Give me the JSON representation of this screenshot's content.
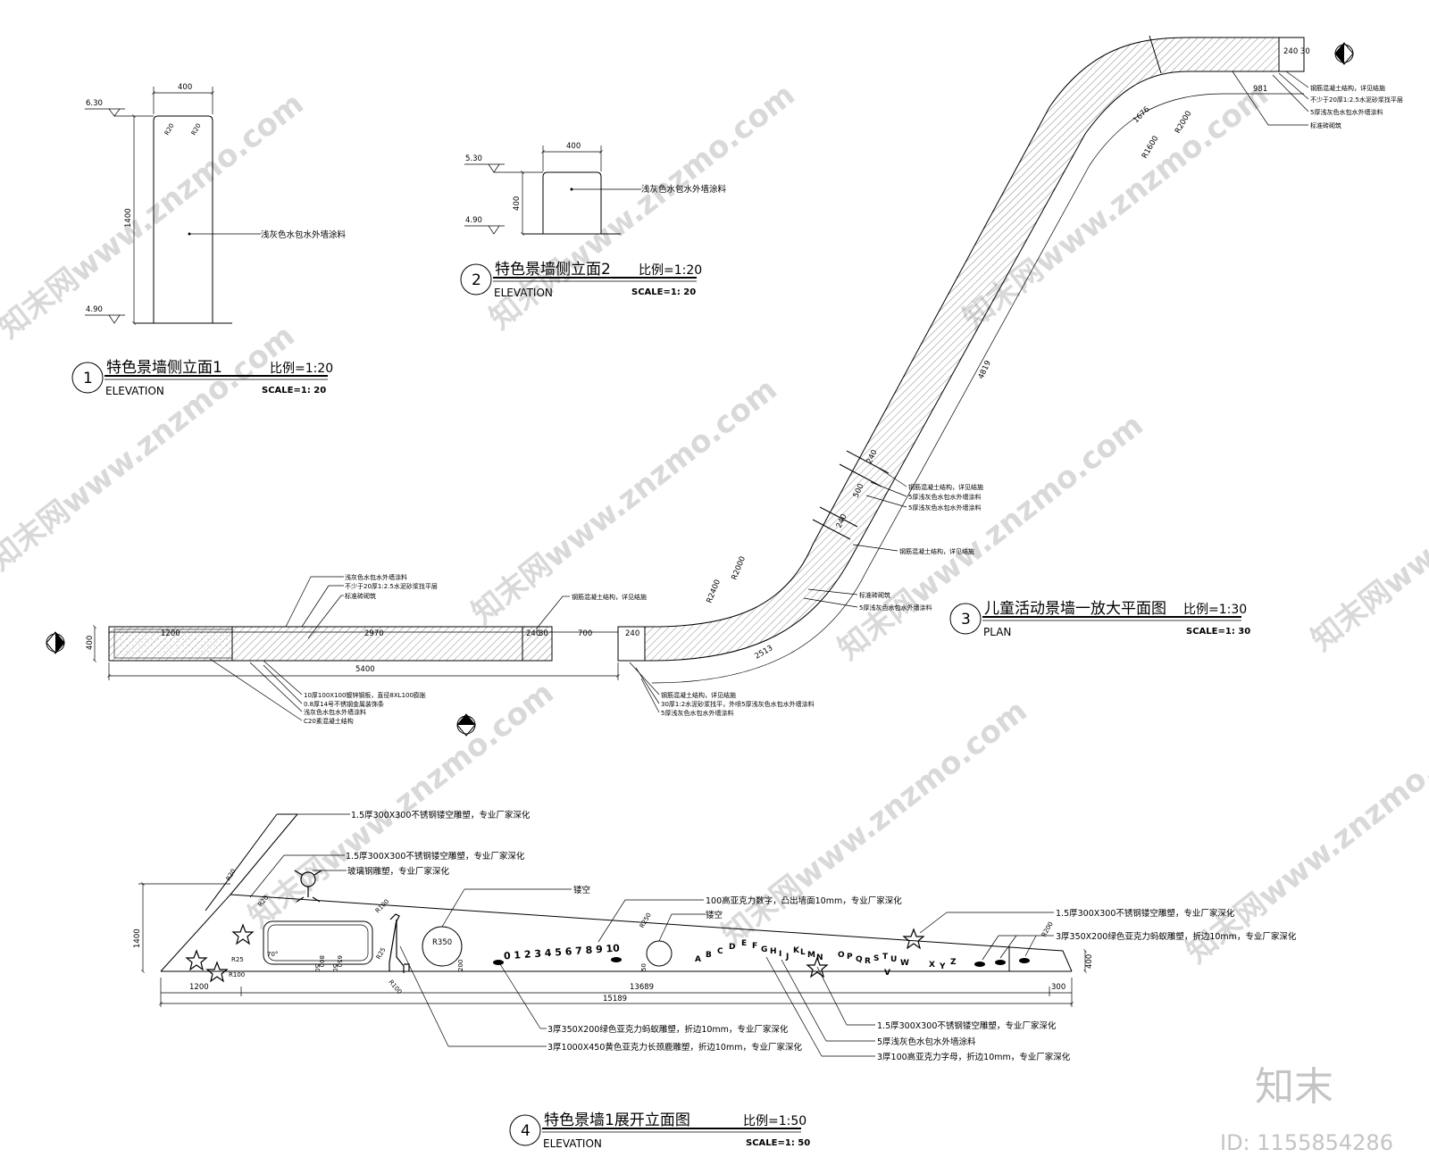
{
  "watermark": {
    "text": "知末网www.znzmo.com",
    "brand": "知末",
    "id": "ID: 1155854286"
  },
  "view1": {
    "number": "1",
    "title_zh": "特色景墙侧立面1",
    "scale_zh": "比例=1:20",
    "title_en": "ELEVATION",
    "scale_en": "SCALE=1: 20",
    "level_top": "6.30",
    "level_bottom": "4.90",
    "width": "400",
    "height": "1400",
    "r1": "R20",
    "r2": "R20",
    "note": "浅灰色水包水外墙涂料"
  },
  "view2": {
    "number": "2",
    "title_zh": "特色景墙侧立面2",
    "scale_zh": "比例=1:20",
    "title_en": "ELEVATION",
    "scale_en": "SCALE=1: 20",
    "level_top": "5.30",
    "level_bottom": "4.90",
    "width": "400",
    "height": "400",
    "note": "浅灰色水包水外墙涂料"
  },
  "view3": {
    "number": "3",
    "title_zh": "儿童活动景墙一放大平面图",
    "scale_zh": "比例=1:30",
    "title_en": "PLAN",
    "scale_en": "SCALE=1: 30",
    "dims": {
      "d1200": "1200",
      "d2970": "2970",
      "d240a": "240",
      "d30": "30",
      "d700": "700",
      "d240b": "240",
      "d5400": "5400",
      "d400": "400",
      "r2400": "R2400",
      "r2000a": "R2000",
      "d2513": "2513",
      "d240c": "240",
      "d240d": "240",
      "d500": "500",
      "d4819": "4819",
      "r2000b": "R2000",
      "r1600": "R1600",
      "d1676": "1676",
      "d981": "981",
      "d240e": "240 30"
    },
    "notes_left_top": [
      "浅灰色水包水外墙涂料",
      "不少于20厚1:2.5水泥砂浆找平层",
      "标准砖砌筑"
    ],
    "notes_left_bottom": [
      "10厚100X100镀锌钢板，直径8XL100膨胀",
      "0.8厚14号不锈钢金属装饰条",
      "浅灰色水包水外墙涂料",
      "C20素混凝土结构"
    ],
    "note_mid_top": "钢筋混凝土结构，详见结施",
    "notes_mid_bottom": [
      "钢筋混凝土结构，详见结施",
      "30厚1:2水泥砂浆找平，外喷5厚浅灰色水包水外墙涂料",
      "5厚浅灰色水包水外墙涂料"
    ],
    "notes_curve": [
      "标准砖砌筑",
      "5厚浅灰色水包水外墙涂料"
    ],
    "notes_diag": [
      "钢筋混凝土结构，详见结施",
      "5厚浅灰色水包水外墙涂料",
      "5厚浅灰色水包水外墙涂料"
    ],
    "note_diag2": "钢筋混凝土结构，详见结施",
    "notes_top_right": [
      "钢筋混凝土结构，详见结施",
      "不少于20厚1:2.5水泥砂浆找平层",
      "5厚浅灰色水包水外墙涂料",
      "标准砖砌筑"
    ]
  },
  "view4": {
    "number": "4",
    "title_zh": "特色景墙1展开立面图",
    "scale_zh": "比例=1:50",
    "title_en": "ELEVATION",
    "scale_en": "SCALE=1: 50",
    "dims": {
      "h1400": "1400",
      "d1200": "1200",
      "d13689": "13689",
      "d300": "300",
      "d15189": "15189",
      "h400": "400",
      "r20a": "R20",
      "r20b": "R20",
      "r100a": "R100",
      "r25a": "R25",
      "r100b": "R100",
      "r25b": "R25",
      "r100c": "R100",
      "angle": "70°",
      "h800": "800",
      "h650": "650",
      "h50a": "50",
      "h50b": "50",
      "r350": "R350",
      "r250": "R250",
      "h200": "200",
      "h50c": "50",
      "r200": "R200"
    },
    "numbers": "0 1 2 3 4 5 6 7 8 9 10",
    "letters": [
      "A",
      "B",
      "C",
      "D",
      "E",
      "F",
      "G",
      "H",
      "I",
      "J",
      "K",
      "L",
      "M",
      "N",
      "O",
      "P",
      "Q",
      "R",
      "S",
      "T",
      "U",
      "V",
      "W",
      "X",
      "Y",
      "Z"
    ],
    "notes_top": [
      "1.5厚300X300不锈钢镂空雕塑，专业厂家深化",
      "1.5厚300X300不锈钢镂空雕塑，专业厂家深化",
      "玻璃钢雕塑，专业厂家深化"
    ],
    "note_hollow1": "镂空",
    "note_numbers": "100高亚克力数字，凸出墙面10mm，专业厂家深化",
    "note_hollow2": "镂空",
    "notes_right": [
      "1.5厚300X300不锈钢镂空雕塑，专业厂家深化",
      "3厚350X200绿色亚克力蚂蚁雕塑，折边10mm，专业厂家深化"
    ],
    "notes_bottom_left": [
      "3厚350X200绿色亚克力蚂蚁雕塑，折边10mm，专业厂家深化",
      "3厚1000X450黄色亚克力长颈鹿雕塑，折边10mm，专业厂家深化"
    ],
    "notes_bottom_right": [
      "1.5厚300X300不锈钢镂空雕塑，专业厂家深化",
      "5厚浅灰色水包水外墙涂料",
      "3厚100高亚克力字母，折边10mm，专业厂家深化"
    ]
  }
}
